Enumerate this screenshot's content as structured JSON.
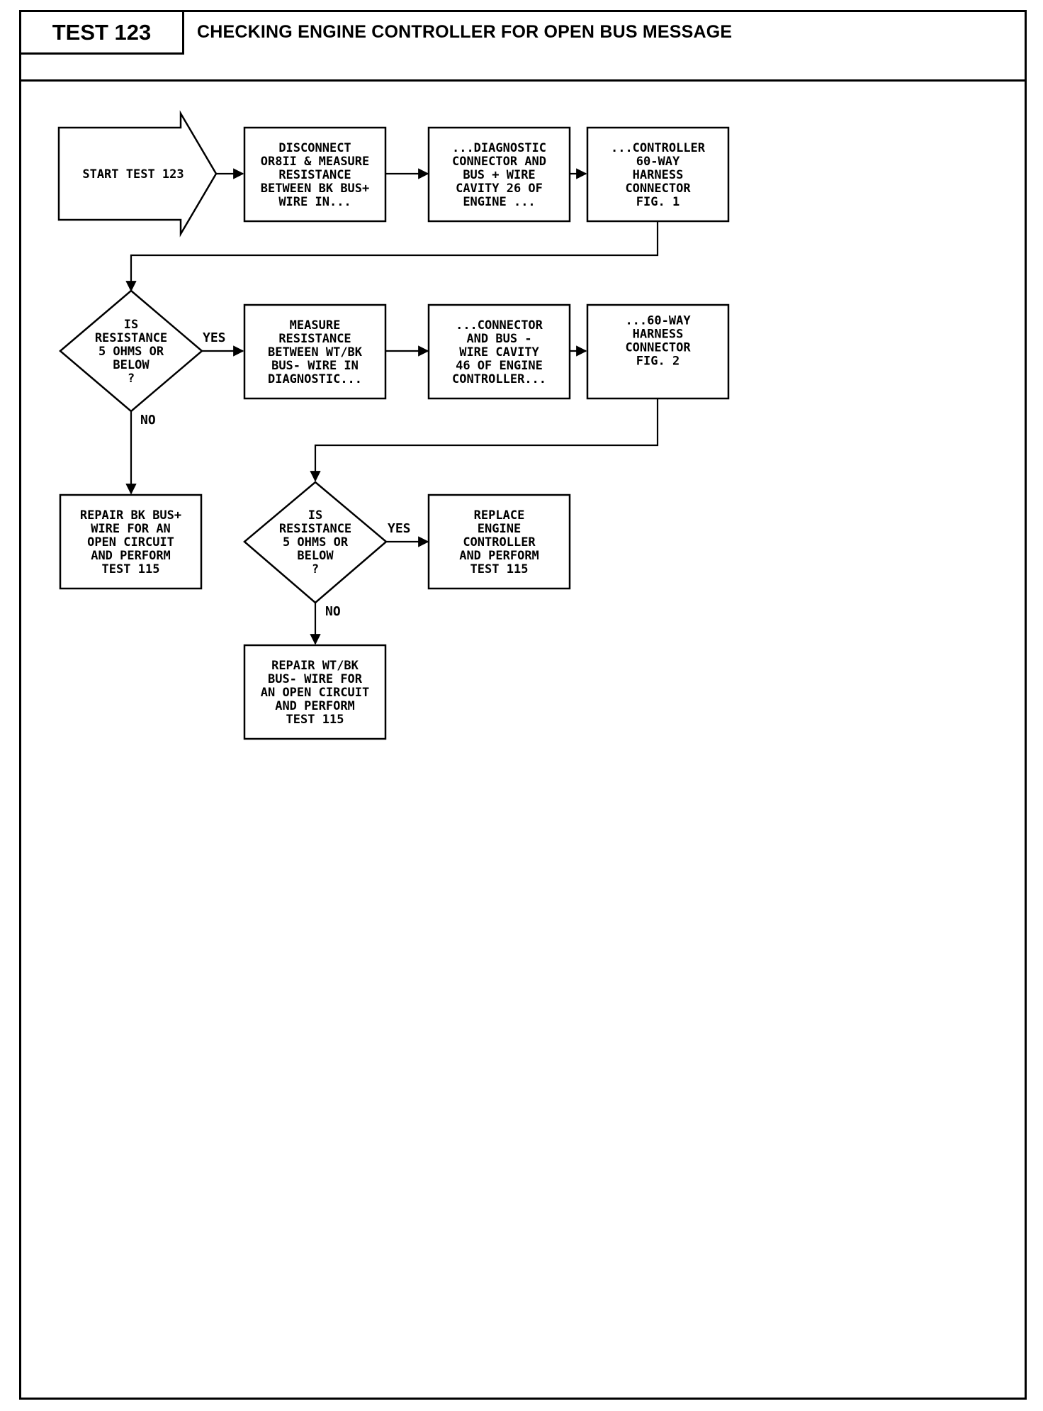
{
  "header": {
    "test_label": "TEST 123",
    "title": "CHECKING ENGINE CONTROLLER FOR OPEN BUS MESSAGE"
  },
  "nodes": {
    "start": [
      "START TEST 123"
    ],
    "step1a": [
      "DISCONNECT",
      "OR8II & MEASURE",
      "RESISTANCE",
      "BETWEEN BK BUS+",
      "WIRE IN..."
    ],
    "step1b": [
      "...DIAGNOSTIC",
      "CONNECTOR AND",
      "BUS + WIRE",
      "CAVITY 26 OF",
      "ENGINE ..."
    ],
    "step1c": [
      "...CONTROLLER",
      "60-WAY",
      "HARNESS",
      "CONNECTOR",
      "FIG. 1"
    ],
    "decision1": [
      "IS",
      "RESISTANCE",
      "5 OHMS OR",
      "BELOW",
      "?"
    ],
    "step2a": [
      "MEASURE",
      "RESISTANCE",
      "BETWEEN WT/BK",
      "BUS- WIRE IN",
      "DIAGNOSTIC..."
    ],
    "step2b": [
      "...CONNECTOR",
      "AND BUS -",
      "WIRE CAVITY",
      "46 OF ENGINE",
      "CONTROLLER..."
    ],
    "step2c": [
      "...60-WAY",
      "HARNESS",
      "CONNECTOR",
      "FIG. 2"
    ],
    "repair1": [
      "REPAIR BK BUS+",
      "WIRE FOR AN",
      "OPEN CIRCUIT",
      "AND PERFORM",
      "TEST 115"
    ],
    "decision2": [
      "IS",
      "RESISTANCE",
      "5 OHMS OR",
      "BELOW",
      "?"
    ],
    "replace": [
      "REPLACE",
      "ENGINE",
      "CONTROLLER",
      "AND PERFORM",
      "TEST 115"
    ],
    "repair2": [
      "REPAIR WT/BK",
      "BUS- WIRE FOR",
      "AN OPEN CIRCUIT",
      "AND PERFORM",
      "TEST 115"
    ]
  },
  "edge_labels": {
    "yes": "YES",
    "no": "NO"
  }
}
